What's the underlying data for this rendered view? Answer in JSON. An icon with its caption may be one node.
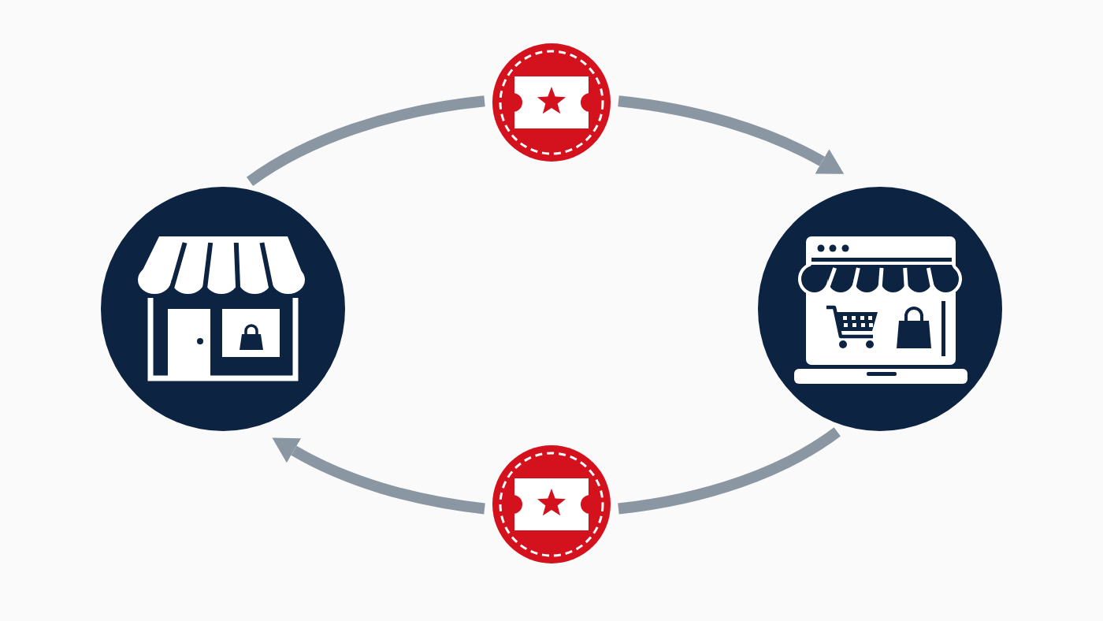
{
  "diagram": {
    "nodes": [
      {
        "text": [],
        "shape": "circle"
      },
      {
        "text": [],
        "shape": "circle"
      },
      {
        "text": [],
        "shape": "circle"
      },
      {
        "text": [],
        "shape": "circle"
      }
    ],
    "edges": [
      {
        "from": 1,
        "to": 0,
        "arrow": "none"
      },
      {
        "from": 0,
        "to": 2,
        "arrow": "to"
      },
      {
        "from": 2,
        "to": 3,
        "arrow": "none"
      },
      {
        "from": 3,
        "to": 1,
        "arrow": "to"
      }
    ]
  }
}
